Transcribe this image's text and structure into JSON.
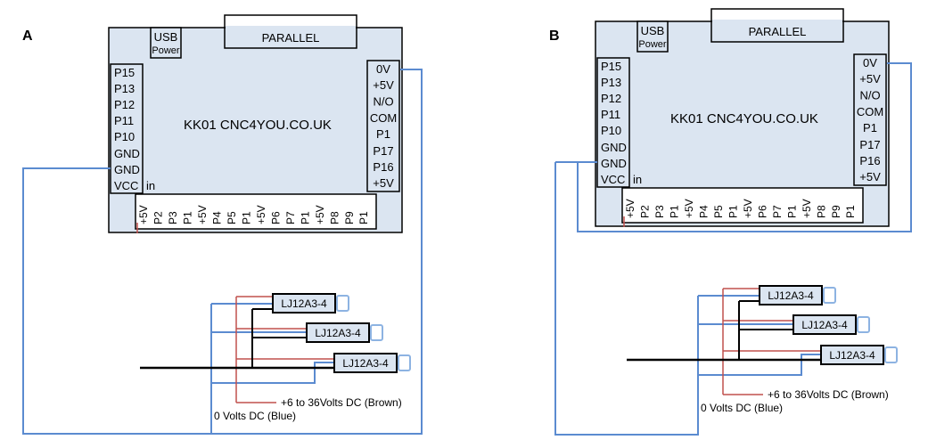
{
  "colors": {
    "board_fill": "#dbe5f1",
    "wire_blue": "#5b8bd0",
    "wire_red": "#c0504d",
    "tip_blue": "#8db3e2",
    "ink": "#000000"
  },
  "diagrams": {
    "a": {
      "letter": "A",
      "board": {
        "title": "KK01 CNC4YOU.CO.UK",
        "usb_label": [
          "USB",
          "Power"
        ],
        "parallel_label": "PARALLEL",
        "left_pins": [
          "P15",
          "P13",
          "P12",
          "P11",
          "P10",
          "GND",
          "GND",
          "VCC"
        ],
        "vcc_suffix": "in",
        "right_pins": [
          "0V",
          "+5V",
          "N/O",
          "COM",
          "P1",
          "P17",
          "P16",
          "+5V"
        ],
        "bottom_pins": [
          "+5V",
          "P2",
          "P3",
          "P1",
          "+5V",
          "P4",
          "P5",
          "P1",
          "+5V",
          "P6",
          "P7",
          "P1",
          "+5V",
          "P8",
          "P9",
          "P1"
        ]
      },
      "sensors": [
        "LJ12A3-4",
        "LJ12A3-4",
        "LJ12A3-4"
      ],
      "notes": {
        "positive_supply": "+6 to 36Volts DC (Brown)",
        "zero_volts": "0 Volts DC (Blue)"
      }
    },
    "b": {
      "letter": "B",
      "board": {
        "title": "KK01 CNC4YOU.CO.UK",
        "usb_label": [
          "USB",
          "Power"
        ],
        "parallel_label": "PARALLEL",
        "left_pins": [
          "P15",
          "P13",
          "P12",
          "P11",
          "P10",
          "GND",
          "GND",
          "VCC"
        ],
        "vcc_suffix": "in",
        "right_pins": [
          "0V",
          "+5V",
          "N/O",
          "COM",
          "P1",
          "P17",
          "P16",
          "+5V"
        ],
        "bottom_pins": [
          "+5V",
          "P2",
          "P3",
          "P1",
          "+5V",
          "P4",
          "P5",
          "P1",
          "+5V",
          "P6",
          "P7",
          "P1",
          "+5V",
          "P8",
          "P9",
          "P1"
        ]
      },
      "sensors": [
        "LJ12A3-4",
        "LJ12A3-4",
        "LJ12A3-4"
      ],
      "notes": {
        "positive_supply": "+6 to 36Volts DC (Brown)",
        "zero_volts": "0 Volts DC (Blue)"
      }
    }
  }
}
